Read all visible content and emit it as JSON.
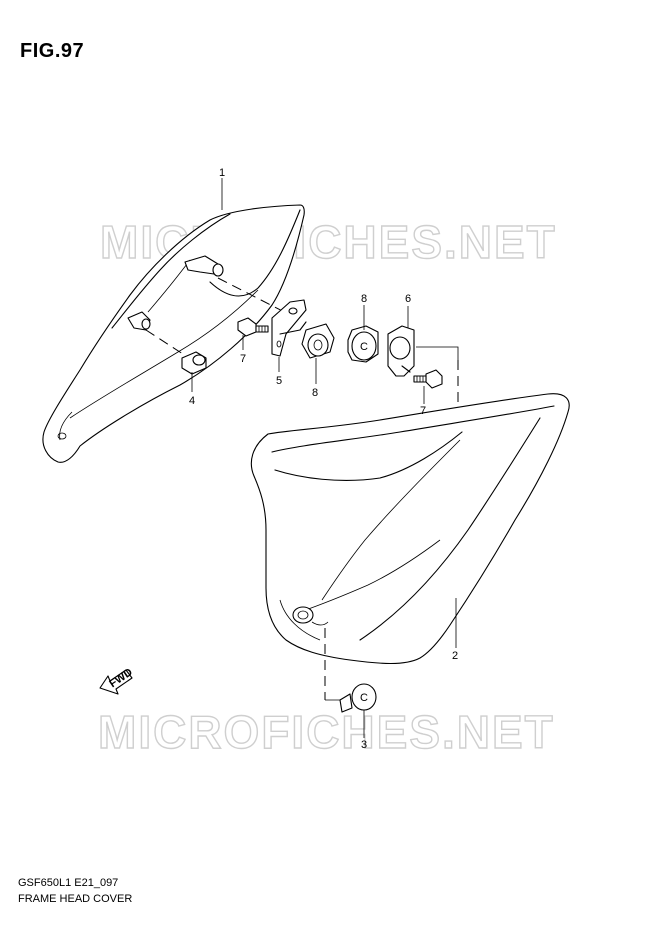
{
  "figure": {
    "title": "FIG.97"
  },
  "watermarks": [
    "MICROFICHES.NET",
    "MICROFICHES.NET"
  ],
  "callouts": {
    "c1": "1",
    "c2": "2",
    "c3": "3",
    "c4": "4",
    "c5": "5",
    "c6": "6",
    "c7a": "7",
    "c7b": "7",
    "c8a": "8",
    "c8b": "8"
  },
  "fwd_label": "FWD",
  "footer": {
    "code": "GSF650L1 E21_097",
    "name": "FRAME HEAD COVER"
  },
  "icons": [
    "cover-part-1",
    "cover-part-2",
    "bolt",
    "grommet",
    "bracket",
    "cushion",
    "clip",
    "fwd-arrow-icon"
  ]
}
